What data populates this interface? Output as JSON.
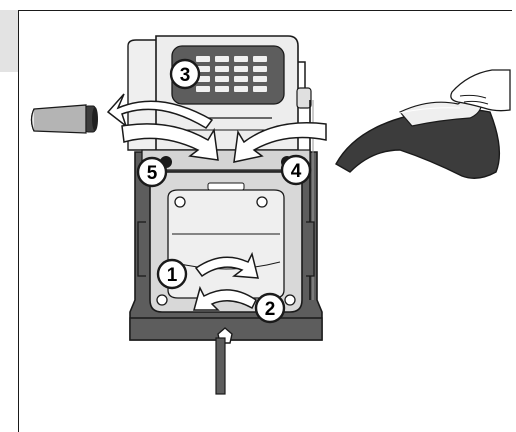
{
  "figure": {
    "step_labels": [
      "1",
      "2",
      "3",
      "4",
      "5"
    ],
    "colors": {
      "line": "#1a1a1a",
      "dark_panel": "#5d5d5d",
      "mid_grey": "#9a9a9a",
      "light_grey": "#d8d8d8",
      "pale_grey": "#efefef",
      "bag_dark": "#3c3c3c",
      "white": "#ffffff"
    },
    "icons": [
      "dust-filter",
      "vacuum-unit",
      "collection-bag",
      "hand",
      "screwdriver",
      "rotation-arrow"
    ]
  }
}
